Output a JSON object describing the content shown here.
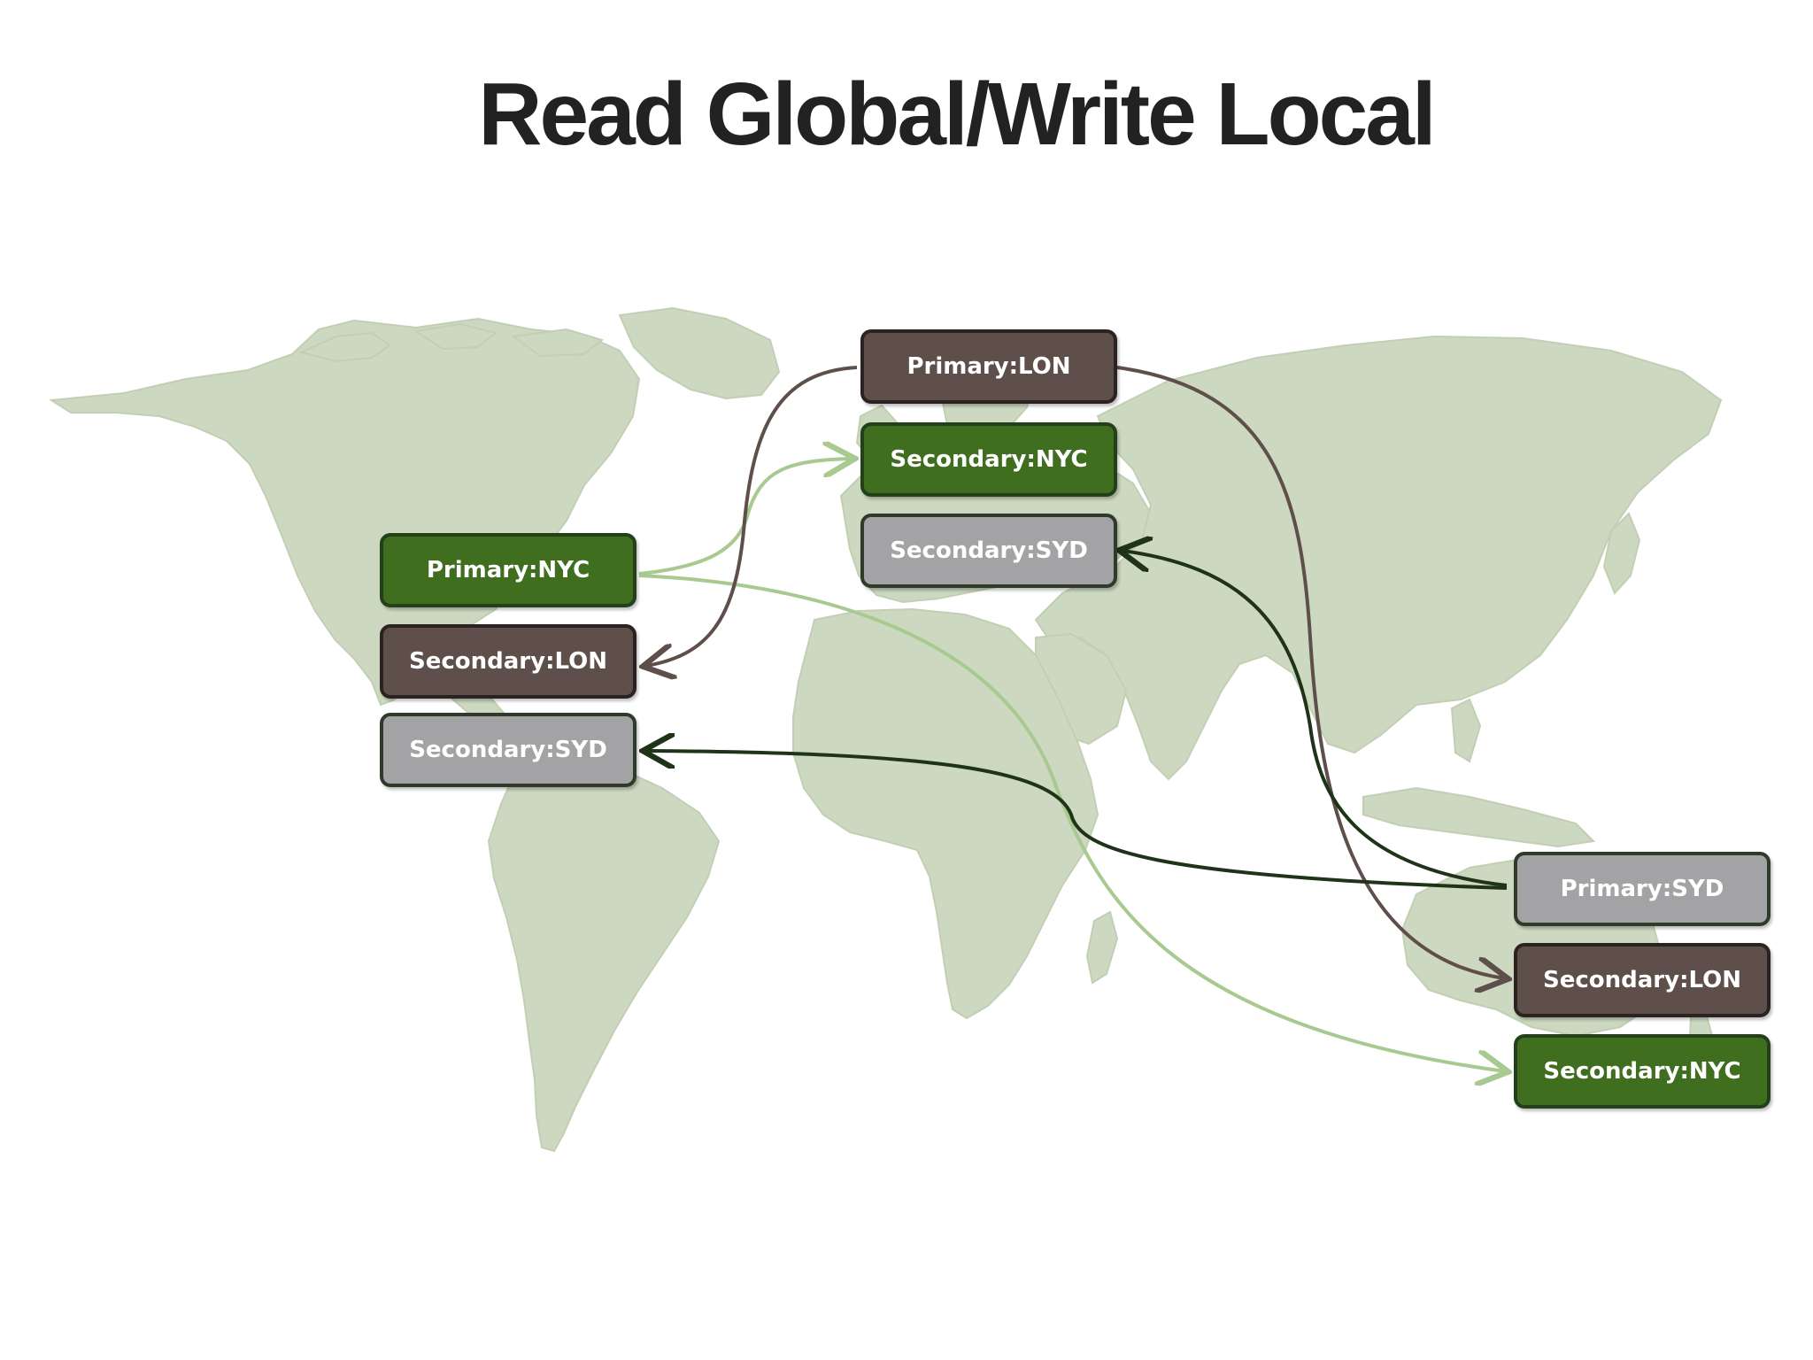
{
  "title": "Read Global/Write Local",
  "colors": {
    "primary_nyc": "#3f6e1e",
    "primary_lon": "#5f4f4a",
    "primary_syd": "#a3a3a6",
    "land": "#cdd8c0",
    "arrow_nyc": "#a8c98f",
    "arrow_lon": "#5f4f4a",
    "arrow_syd": "#1f3318"
  },
  "groups": {
    "nyc": {
      "primary": "Primary:NYC",
      "secondary_lon": "Secondary:LON",
      "secondary_syd": "Secondary:SYD"
    },
    "lon": {
      "primary": "Primary:LON",
      "secondary_nyc": "Secondary:NYC",
      "secondary_syd": "Secondary:SYD"
    },
    "syd": {
      "primary": "Primary:SYD",
      "secondary_lon": "Secondary:LON",
      "secondary_nyc": "Secondary:NYC"
    }
  }
}
